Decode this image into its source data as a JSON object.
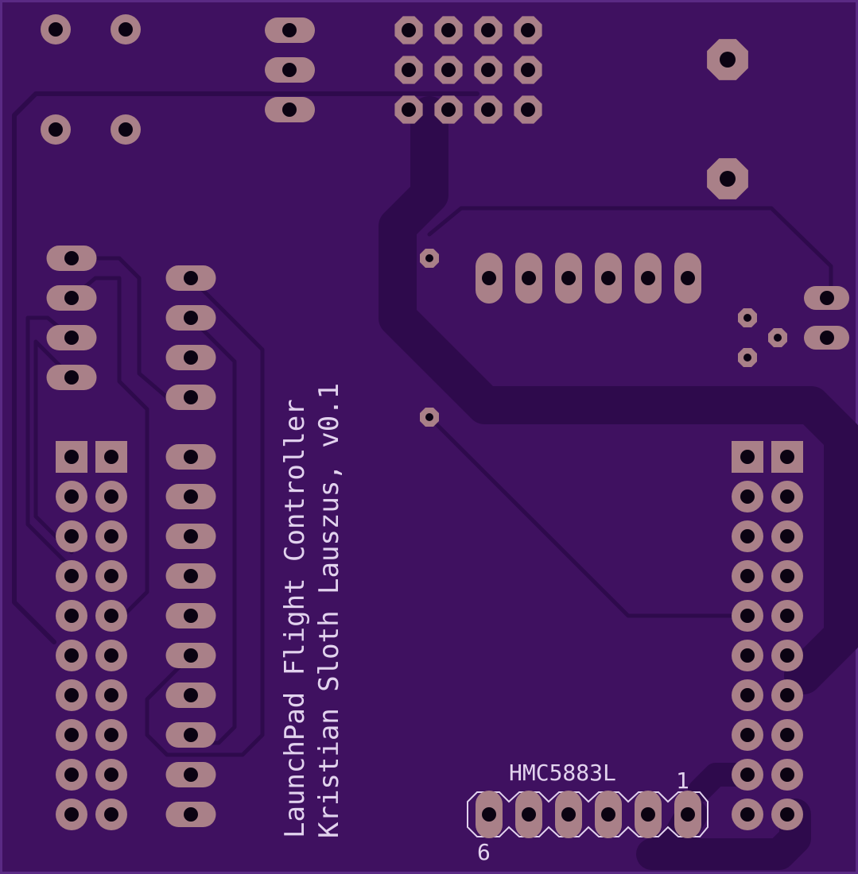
{
  "board": {
    "substrate_color": "#3f1160",
    "trace_color": "#2e0a4c",
    "pad_color": "#a98088",
    "hole_color": "#0b0312",
    "silkscreen_color": "#e2d3ee"
  },
  "silkscreen": {
    "title_line": "LaunchPad Flight Controller",
    "author_line": "Kristian Sloth Lauszus, v0.1",
    "component_label": "HMC5883L",
    "pin_first": "1",
    "pin_last": "6"
  }
}
